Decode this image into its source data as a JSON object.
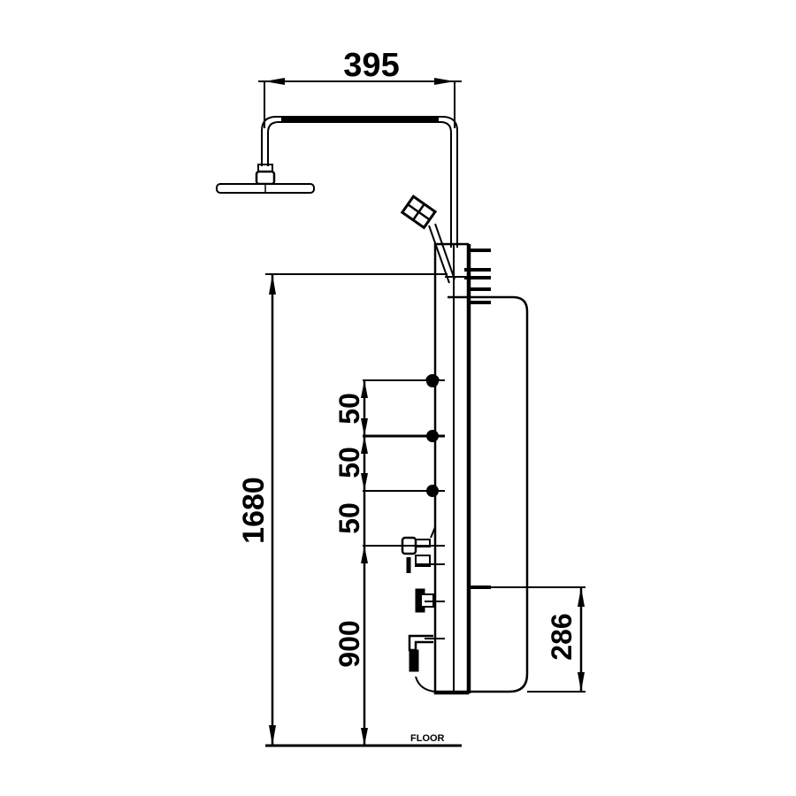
{
  "drawing": {
    "subject": "shower panel with overhead rain shower and hand shower",
    "line_color": "#000000",
    "background": "#ffffff"
  },
  "dimensions": {
    "arm_reach": "395",
    "total_height": "1680",
    "spacing_1": "50",
    "spacing_2": "50",
    "spacing_3": "50",
    "mixer_height": "900",
    "bracket_height": "286"
  },
  "labels": {
    "floor": "FLOOR"
  }
}
